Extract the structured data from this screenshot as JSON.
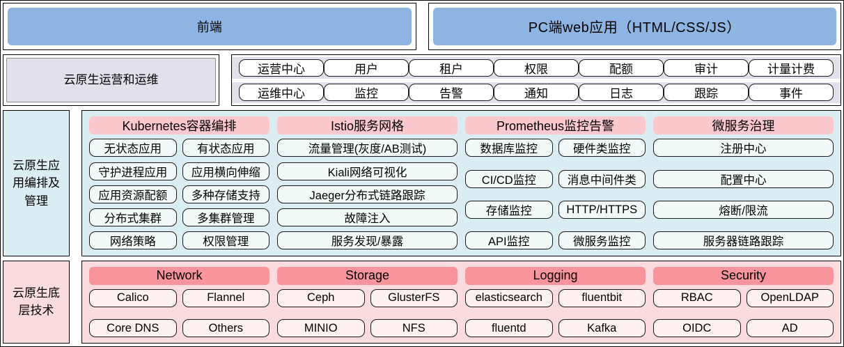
{
  "frontend": {
    "label": "前端",
    "app": "PC端web应用（HTML/CSS/JS）"
  },
  "ops": {
    "label": "云原生运营和运维",
    "rows": [
      [
        "运营中心",
        "用户",
        "租户",
        "权限",
        "配额",
        "审计",
        "计量计费"
      ],
      [
        "运维中心",
        "监控",
        "告警",
        "通知",
        "日志",
        "跟踪",
        "事件"
      ]
    ]
  },
  "orchestration": {
    "label": "云原生应用编排及管理",
    "columns": [
      {
        "header": "Kubernetes容器编排",
        "items": [
          "无状态应用",
          "有状态应用",
          "守护进程应用",
          "应用横向伸缩",
          "应用资源配额",
          "多种存储支持",
          "分布式集群",
          "多集群管理",
          "网络策略",
          "权限管理"
        ]
      },
      {
        "header": "Istio服务网格",
        "items": [
          "流量管理(灰度/AB测试)",
          "Kiali网络可视化",
          "Jaeger分布式链路跟踪",
          "故障注入",
          "服务发现/暴露"
        ]
      },
      {
        "header": "Prometheus监控告警",
        "items": [
          "数据库监控",
          "硬件类监控",
          "CI/CD监控",
          "消息中间件类",
          "存储监控",
          "HTTP/HTTPS",
          "API监控",
          "微服务监控"
        ]
      },
      {
        "header": "微服务治理",
        "items": [
          "注册中心",
          "配置中心",
          "熔断/限流",
          "服务器链路跟踪"
        ]
      }
    ]
  },
  "infra": {
    "label": "云原生底层技术",
    "columns": [
      {
        "header": "Network",
        "items": [
          "Calico",
          "Flannel",
          "Core DNS",
          "Others"
        ]
      },
      {
        "header": "Storage",
        "items": [
          "Ceph",
          "GlusterFS",
          "MINIO",
          "NFS"
        ]
      },
      {
        "header": "Logging",
        "items": [
          "elasticsearch",
          "fluentbit",
          "fluentd",
          "Kafka"
        ]
      },
      {
        "header": "Security",
        "items": [
          "RBAC",
          "OpenLDAP",
          "OIDC",
          "AD"
        ]
      }
    ]
  },
  "colors": {
    "frontend_blue": "#8DB4E2",
    "ops_lavender": "#E3E0EC",
    "orchestration_teal": "#DAEDF2",
    "orchestration_header_pink": "#FBC8CD",
    "infra_pink": "#FBDCDE",
    "infra_header_salmon": "#F8959C"
  }
}
